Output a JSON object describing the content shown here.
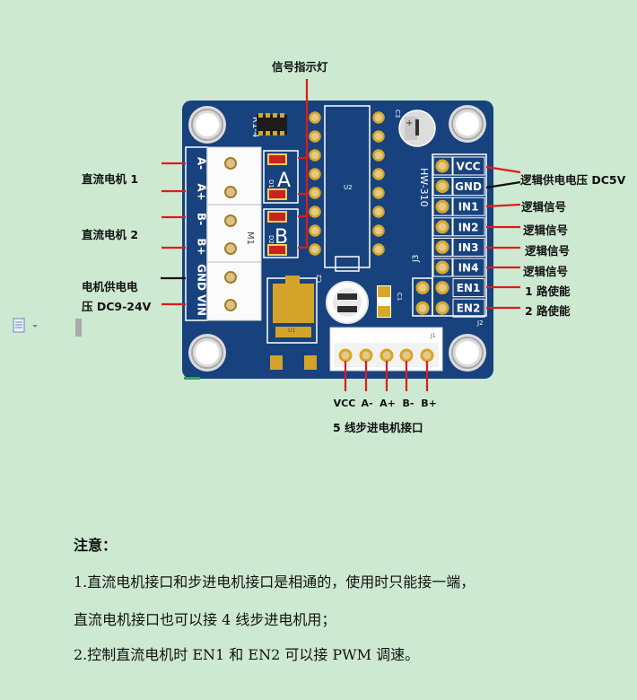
{
  "signal_led_label": "信号指示灯",
  "board": {
    "silk_r": "R1-4",
    "silk_model": "HW-310",
    "silk_u2": "U2",
    "silk_u1": "U1",
    "silk_m1": "M1",
    "silk_d1": "D1",
    "silk_d2": "D2",
    "silk_c3": "C3",
    "silk_c2": "C2",
    "silk_c1": "C1",
    "silk_j1": "J1",
    "silk_j2": "J2",
    "silk_j3": "J3",
    "led_a": "A",
    "led_b": "B",
    "terminal_labels": [
      "A-",
      "A+",
      "B-",
      "B+",
      "GND",
      "VIN"
    ],
    "header_pins": [
      "VCC",
      "GND",
      "IN1",
      "IN2",
      "IN3",
      "IN4",
      "EN1",
      "EN2"
    ]
  },
  "left_labels": {
    "dc_motor_1": "直流电机 1",
    "dc_motor_2": "直流电机 2",
    "motor_power_line1": "电机供电电",
    "motor_power_line2": "压 DC9-24V"
  },
  "right_labels": {
    "logic_power": "逻辑供电电压 DC5V",
    "logic_signal_1": "逻辑信号",
    "logic_signal_2": "逻辑信号",
    "logic_signal_3": "逻辑信号",
    "logic_signal_4": "逻辑信号",
    "enable_1": "1 路使能",
    "enable_2": "2 路使能"
  },
  "bottom_pins": [
    "VCC",
    "A-",
    "A+",
    "B-",
    "B+"
  ],
  "stepper_interface_label": "5 线步进电机接口",
  "notes": {
    "title": "注意：",
    "line1": "1.直流电机接口和步进电机接口是相通的，使用时只能接一端，",
    "line2": "直流电机接口也可以接 4 线步进电机用；",
    "line3": "2.控制直流电机时 EN1 和 EN2 可以接 PWM 调速。"
  },
  "colors": {
    "background": "#cde9d1",
    "pcb": "#17427d",
    "callout_red": "#dd1c1c",
    "gold": "#d8a728"
  }
}
